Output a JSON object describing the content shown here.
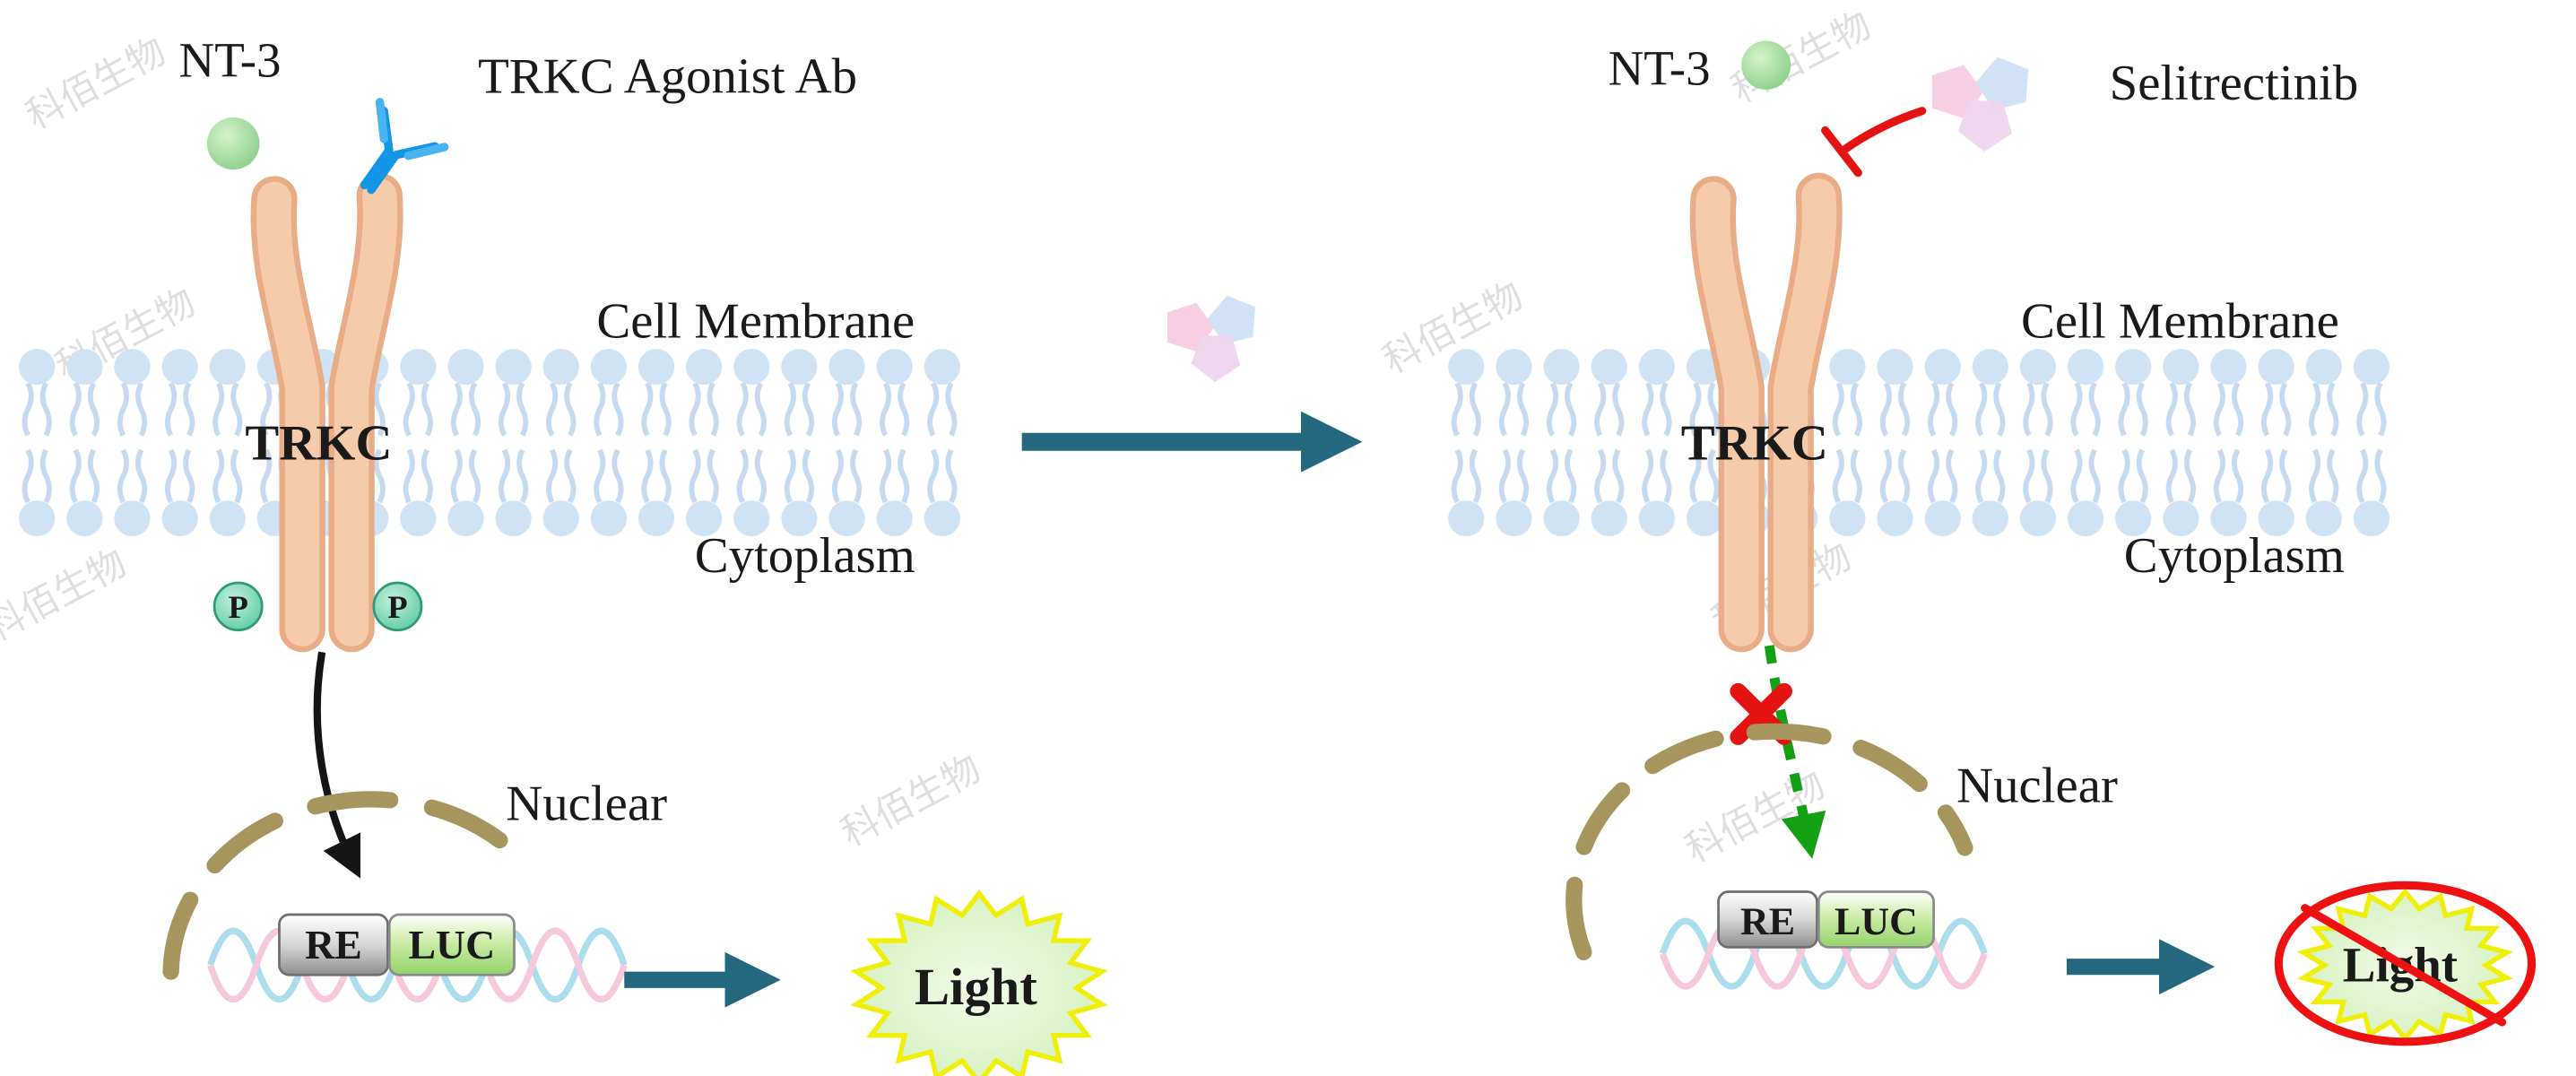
{
  "watermark": {
    "text": "科佰生物"
  },
  "left": {
    "nt3": "NT-3",
    "agonist_ab": "TRKC Agonist Ab",
    "cell_membrane": "Cell Membrane",
    "trkc": "TRKC",
    "cytoplasm": "Cytoplasm",
    "phospho": "P",
    "nuclear": "Nuclear",
    "re": "RE",
    "luc": "LUC",
    "light": "Light"
  },
  "right": {
    "nt3": "NT-3",
    "inhibitor": "Selitrectinib",
    "cell_membrane": "Cell Membrane",
    "trkc": "TRKC",
    "cytoplasm": "Cytoplasm",
    "nuclear": "Nuclear",
    "re": "RE",
    "luc": "LUC",
    "light": "Light"
  },
  "colors": {
    "receptor_fill": "#f6cbaa",
    "receptor_stroke": "#e8ad87",
    "membrane_head": "#cfe3f4",
    "membrane_tail": "#c5daf0",
    "arrow_teal": "#23687f",
    "nt3_green": "#7cc87c",
    "antibody_blue": "#1496e6",
    "inhibitor_pink": "#f6cce1",
    "inhibitor_blue": "#cfe0f6",
    "phospho_teal": "#54c79d",
    "nuclear_tan": "#a6965e",
    "dna_blue": "#a8dcec",
    "dna_pink": "#f6c6da",
    "light_fill": "#d9f6c6",
    "light_edge": "#f0ef0a",
    "light_text": "#1faa1f",
    "re_text": "#0f7a0f",
    "luc_text": "#cc3fcc",
    "block_red": "#e51212",
    "signal_green": "#14a014",
    "signal_black": "#151515"
  }
}
